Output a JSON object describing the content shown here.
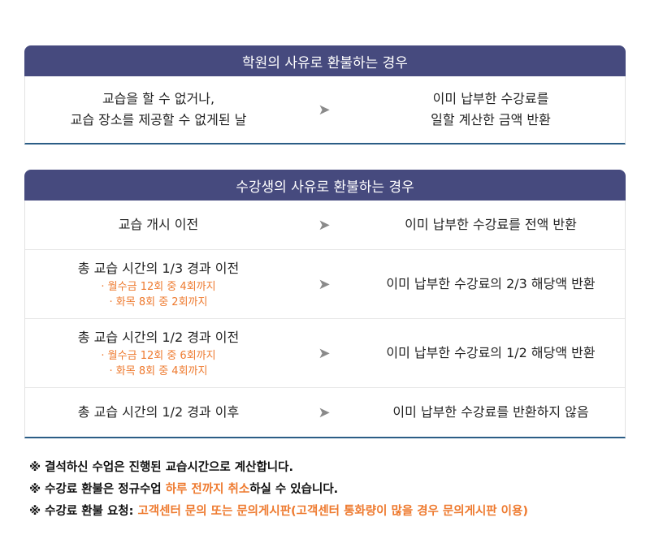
{
  "section1": {
    "title": "학원의 사유로 환불하는 경우",
    "rows": [
      {
        "left": [
          "교습을 할 수 없거나,",
          "교습 장소를 제공할 수 없게된 날"
        ],
        "right": [
          "이미 납부한 수강료를",
          "일할 계산한 금액 반환"
        ]
      }
    ]
  },
  "section2": {
    "title": "수강생의 사유로 환불하는 경우",
    "rows": [
      {
        "left": "교습 개시 이전",
        "right": "이미 납부한 수강료를 전액 반환"
      },
      {
        "left": "총 교습 시간의 1/3 경과 이전",
        "subs": [
          "· 월수금 12회 중 4회까지",
          "· 화목 8회 중 2회까지"
        ],
        "right": "이미 납부한 수강료의 2/3 해당액 반환"
      },
      {
        "left": "총 교습 시간의 1/2 경과 이전",
        "subs": [
          "· 월수금 12회 중 6회까지",
          "· 화목 8회 중 4회까지"
        ],
        "right": "이미 납부한 수강료의 1/2 해당액 반환"
      },
      {
        "left": "총 교습 시간의 1/2 경과 이후",
        "right": "이미 납부한 수강료를 반환하지 않음"
      }
    ]
  },
  "arrow_glyph": "➤",
  "notes": {
    "n1": "※ 결석하신 수업은 진행된 교습시간으로 계산합니다.",
    "n2_pre": "※ 수강료 환불은 정규수업 ",
    "n2_hl": "하루 전까지 취소",
    "n2_post": "하실 수 있습니다.",
    "n3_pre": "※ 수강료 환불 요청: ",
    "n3_hl": "고객센터 문의 또는 문의게시판(고객센터 통화량이 많을 경우 문의게시판 이용)"
  },
  "colors": {
    "header_bg": "#464a7e",
    "accent_orange": "#ee7a2f",
    "bottom_border": "#2b5d86"
  }
}
